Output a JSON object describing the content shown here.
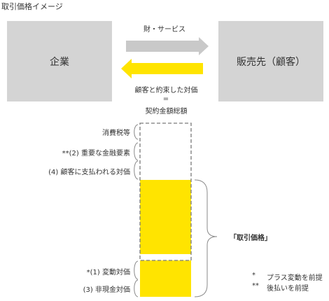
{
  "title": "取引価格イメージ",
  "company_label": "企業",
  "customer_label": "販売先（顧客）",
  "goods_label": "財・サービス",
  "consideration_label": "顧客と約束した対価",
  "equals_label": "=",
  "contract_label": "契約金額総額",
  "components": [
    "消費税等",
    "**(2) 重要な金融要素",
    "(4) 顧客に支払われる対価",
    "*(1) 変動対価",
    "(3) 非現金対価"
  ],
  "transaction_price_label": "「取引価格」",
  "notes": [
    {
      "mark": "*",
      "text": "プラス変動を前提"
    },
    {
      "mark": "**",
      "text": "後払いを前提"
    }
  ],
  "colors": {
    "box": "#d4d4d4",
    "yellow": "#ffe400",
    "gray_arrow": "#c9c9c9",
    "dash": "#7a7a7a",
    "bracket": "#8a8a8a"
  }
}
